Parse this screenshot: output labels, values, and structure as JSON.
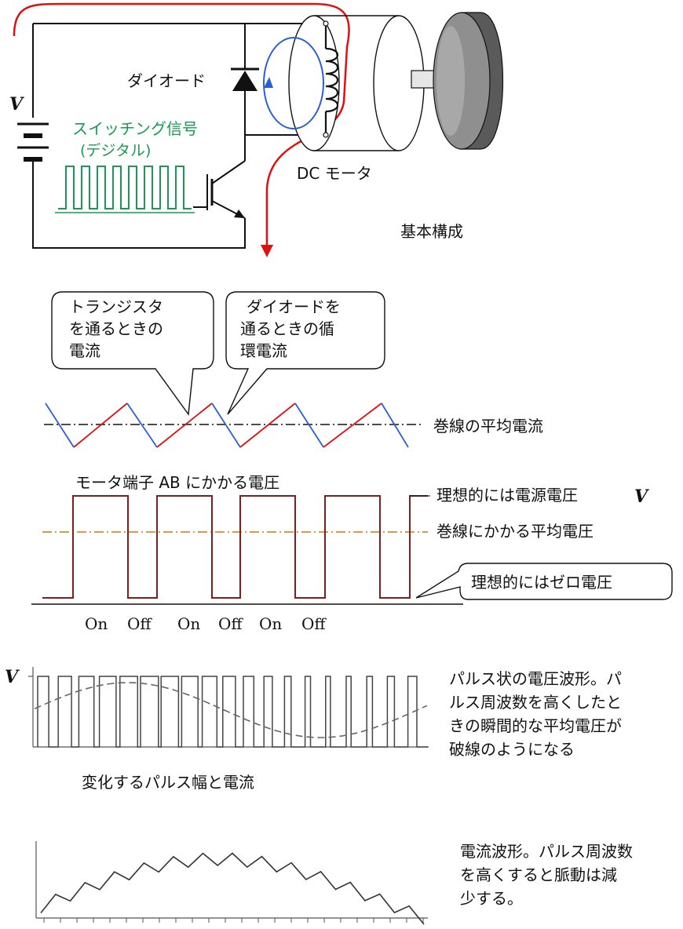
{
  "circuit": {
    "supply_label": "V",
    "signal_label_line1": "スイッチング信号",
    "signal_label_line2": "(デジタル)",
    "diode_label": "ダイオード",
    "motor_label": "DC モータ",
    "caption": "基本構成"
  },
  "current_section": {
    "callout_transistor": [
      "トランジスタ",
      "を通るときの",
      "電流"
    ],
    "callout_diode": [
      "ダイオードを",
      "通るときの循",
      "環電流"
    ],
    "avg_current_label": "巻線の平均電流"
  },
  "voltage_section": {
    "title": "モータ端子 AB にかかる電圧",
    "ideal_supply_label": "理想的には電源電圧",
    "ideal_supply_symbol": "V",
    "avg_voltage_label": "巻線にかかる平均電圧",
    "zero_label": "理想的にはゼロ電圧",
    "states": [
      "On",
      "Off",
      "On",
      "Off",
      "On",
      "Off"
    ]
  },
  "pwm_section": {
    "axis_label": "V",
    "caption": "変化するパルス幅と電流",
    "description": [
      "パルス状の電圧波形。パ",
      "ルス周波数を高くしたと",
      "きの瞬間的な平均電圧が",
      "破線のようになる"
    ]
  },
  "current_wave_section": {
    "description": [
      "電流波形。パルス周波数",
      "を高くすると脈動は減",
      "少する。"
    ]
  },
  "colors": {
    "red": "#e01010",
    "blue": "#2a5fd6",
    "green": "#1a9a52",
    "dark_red": "#8b1a1a",
    "orange": "#d07a10",
    "gray": "#555555"
  }
}
